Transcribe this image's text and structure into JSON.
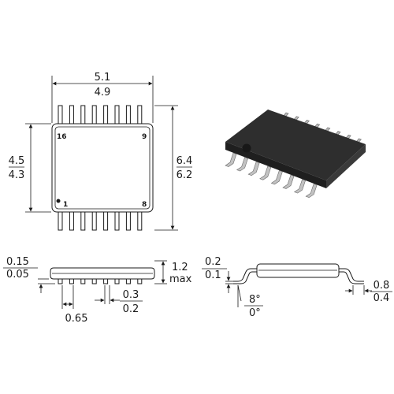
{
  "top_view": {
    "width_max": "5.1",
    "width_min": "4.9",
    "height_max": "4.5",
    "height_min": "4.3",
    "span_max": "6.4",
    "span_min": "6.2",
    "pin_16": "16",
    "pin_9": "9",
    "pin_1": "1",
    "pin_8": "8"
  },
  "front_view": {
    "standoff_max": "0.15",
    "standoff_min": "0.05",
    "height_value": "1.2",
    "height_unit": "max",
    "pitch": "0.65",
    "lead_width_max": "0.3",
    "lead_width_min": "0.2"
  },
  "side_view": {
    "lead_thk_max": "0.2",
    "lead_thk_min": "0.1",
    "angle_max": "8°",
    "angle_min": "0°",
    "foot_max": "0.8",
    "foot_min": "0.4"
  },
  "colors": {
    "outline": "#1a1a1a",
    "body_3d": "#2b2b2b",
    "lead_3d": "#b8b8b8"
  }
}
